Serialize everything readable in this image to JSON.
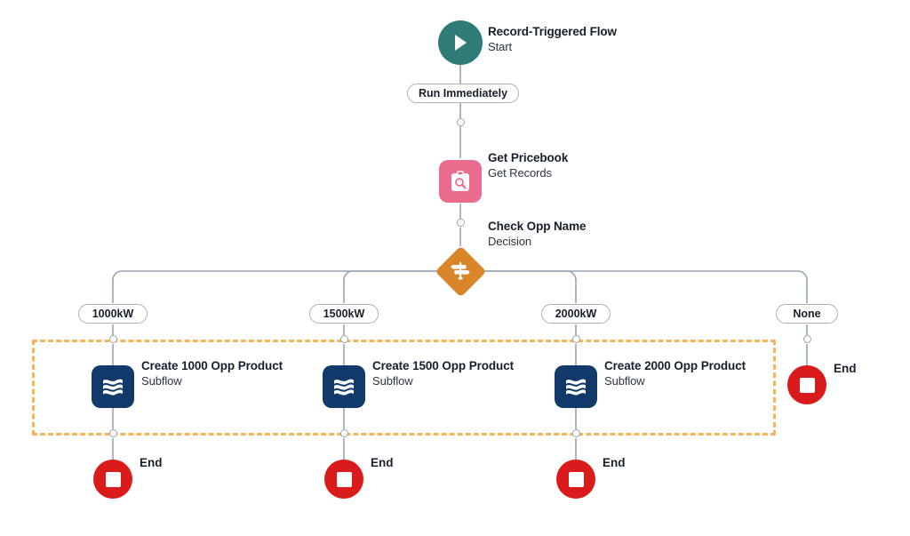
{
  "diagram": {
    "kind": "salesforce-flow-builder-canvas",
    "colors": {
      "start": "#2F7B78",
      "get_records": "#EA6B8E",
      "decision": "#D9862A",
      "subflow": "#113A6B",
      "end": "#DA1B1B",
      "connector": "#9aa3ad",
      "selection": "#F2B559",
      "canvas_background": "#FFFFFF"
    },
    "nodes": {
      "start": {
        "title": "Record-Triggered Flow",
        "subtitle": "Start",
        "icon": "play-icon"
      },
      "run_immediately": {
        "label": "Run Immediately"
      },
      "get_pricebook": {
        "title": "Get Pricebook",
        "subtitle": "Get Records",
        "icon": "clipboard-search-icon"
      },
      "check_opp_name": {
        "title": "Check Opp Name",
        "subtitle": "Decision",
        "icon": "signpost-icon"
      }
    },
    "branches": [
      {
        "label": "1000kW",
        "node": {
          "title": "Create 1000 Opp Product",
          "subtitle": "Subflow",
          "icon": "subflow-waves-icon"
        },
        "end": {
          "label": "End",
          "icon": "stop-icon"
        }
      },
      {
        "label": "1500kW",
        "node": {
          "title": "Create 1500 Opp Product",
          "subtitle": "Subflow",
          "icon": "subflow-waves-icon"
        },
        "end": {
          "label": "End",
          "icon": "stop-icon"
        }
      },
      {
        "label": "2000kW",
        "node": {
          "title": "Create 2000 Opp Product",
          "subtitle": "Subflow",
          "icon": "subflow-waves-icon"
        },
        "end": {
          "label": "End",
          "icon": "stop-icon"
        }
      },
      {
        "label": "None",
        "node": null,
        "end": {
          "label": "End",
          "icon": "stop-icon"
        }
      }
    ]
  }
}
